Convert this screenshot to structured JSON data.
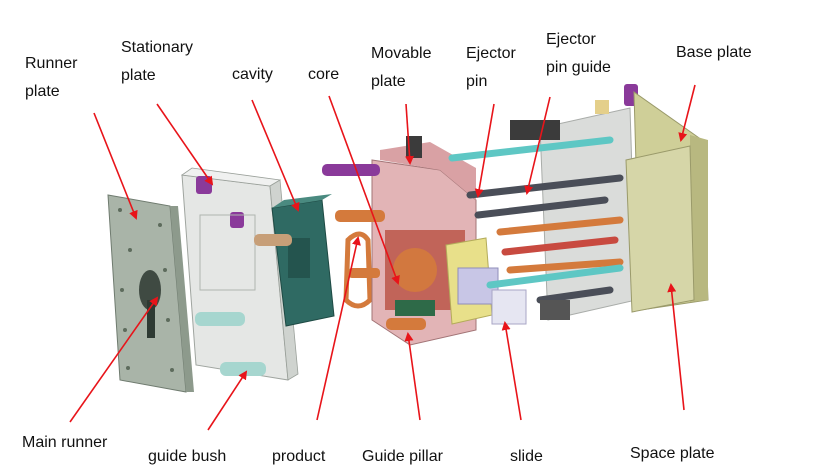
{
  "labels": {
    "runner_plate": "Runner\nplate",
    "stationary_plate": "Stationary\nplate",
    "cavity": "cavity",
    "core": "core",
    "movable_plate": "Movable\nplate",
    "ejector_pin": "Ejector\npin",
    "ejector_pin_guide": "Ejector\npin guide",
    "base_plate": "Base plate",
    "main_runner": "Main runner",
    "guide_bush": "guide bush",
    "product": "product",
    "guide_pillar": "Guide pillar",
    "slide": "slide",
    "space_plate": "Space plate"
  },
  "colors": {
    "arrow": "#e8141a",
    "label_text": "#111111",
    "plate_grey": "#a9b4a8",
    "plate_glass": "#e4e6e4",
    "cavity_teal": "#2f6a63",
    "movable_pink": "#e2b4b6",
    "space_olive": "#d6d6a8",
    "pin_cyan": "#5ec7c4",
    "pin_orange": "#d47a3c",
    "bolt_purple": "#8a3a9a",
    "slide_yellow": "#e8e08a",
    "slide_lavender": "#c8c6e6"
  }
}
